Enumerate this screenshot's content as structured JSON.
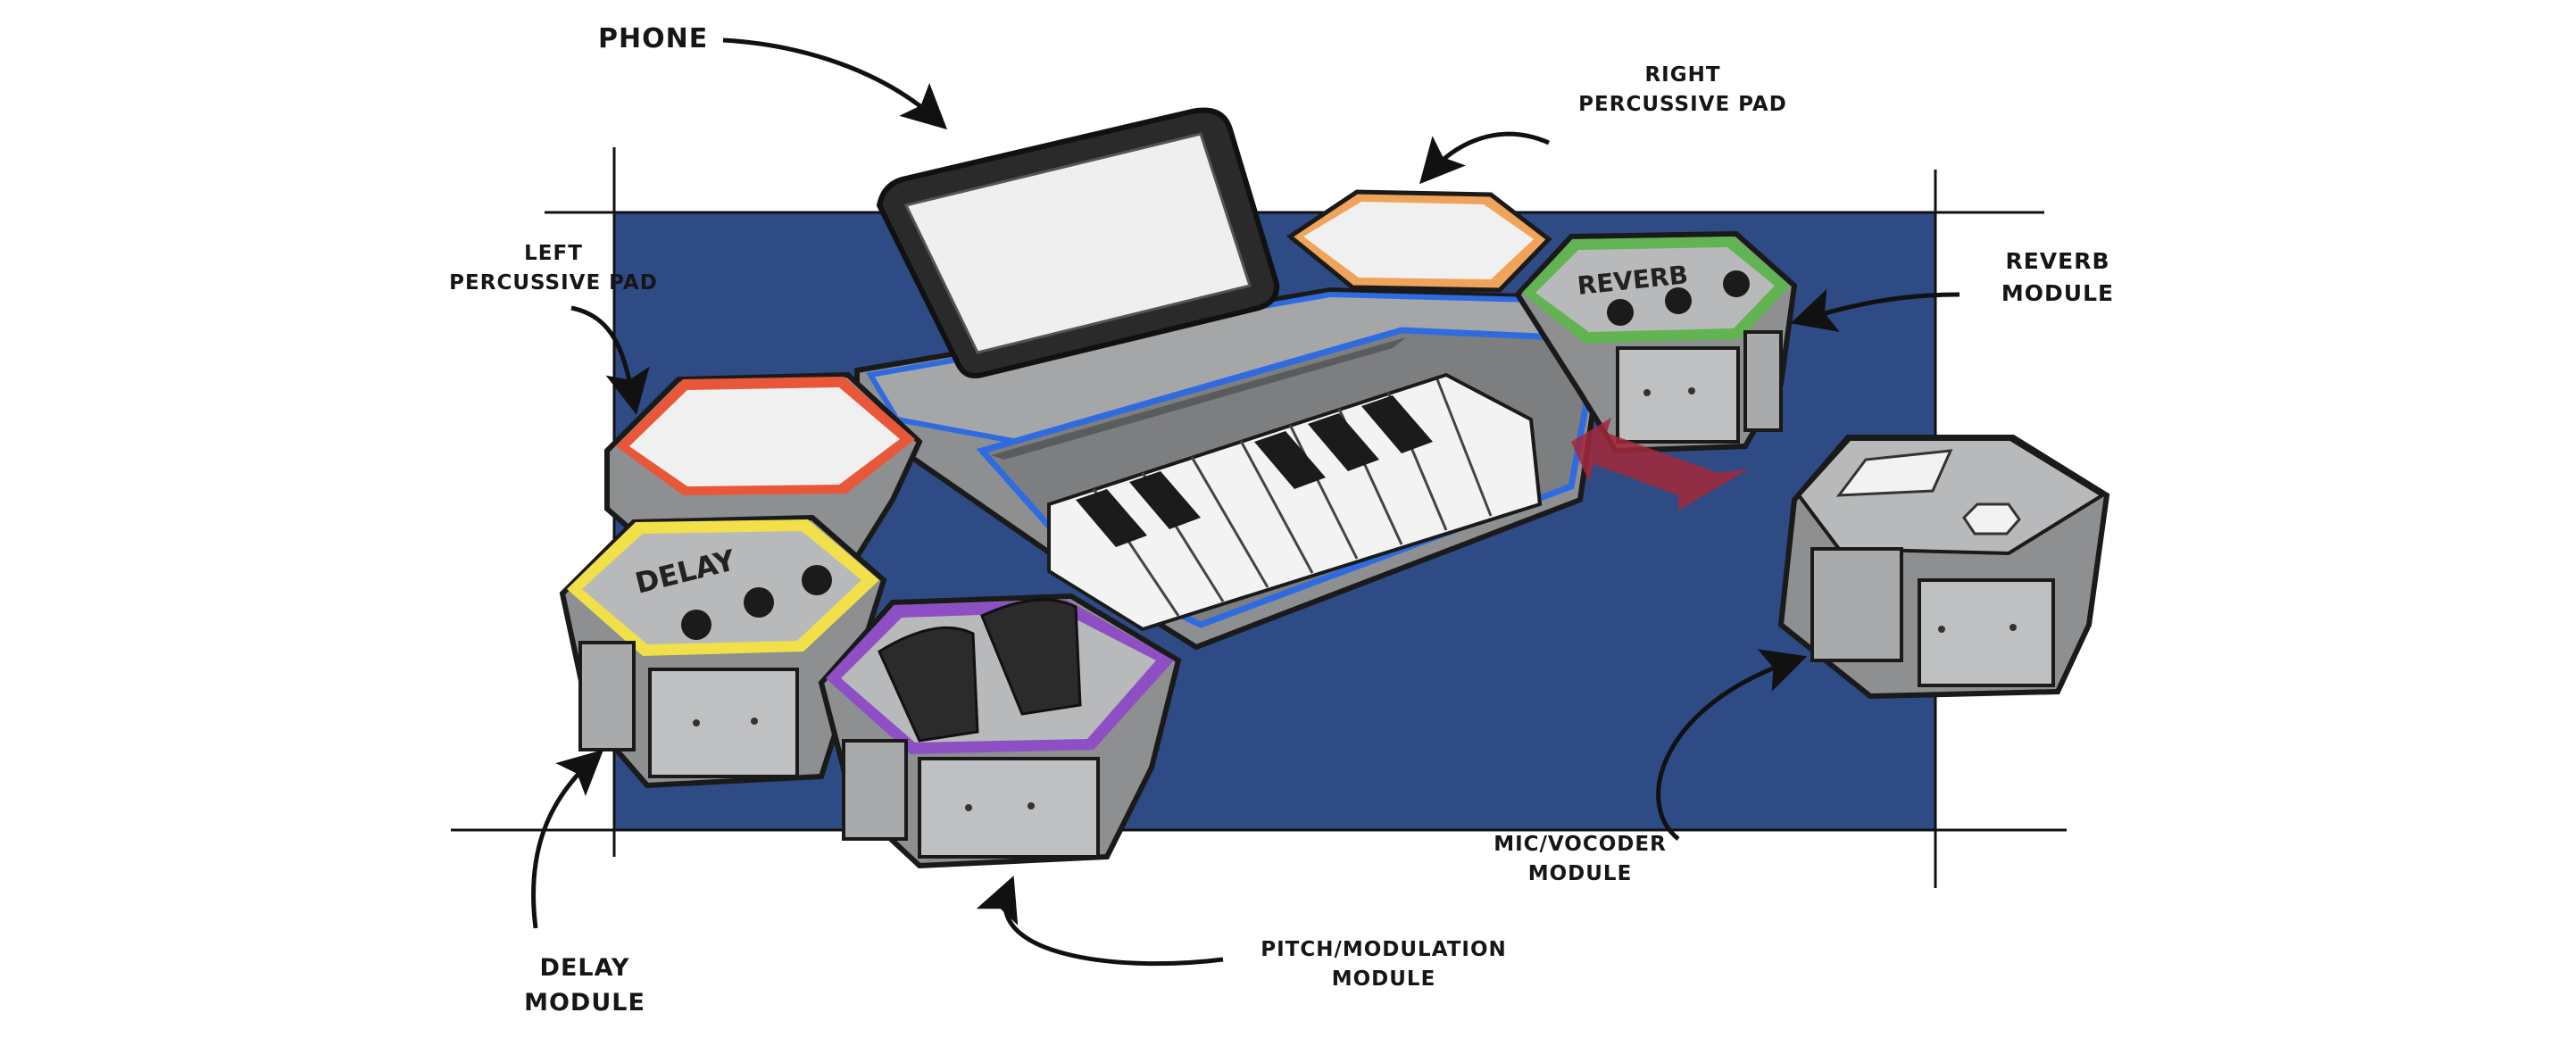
{
  "labels": {
    "phone": "Phone",
    "right_pad": [
      "Right",
      "Percussive Pad"
    ],
    "left_pad": [
      "Left",
      "Percussive Pad"
    ],
    "reverb": [
      "Reverb",
      "Module"
    ],
    "delay": [
      "Delay",
      "Module"
    ],
    "pitch": [
      "Pitch/Modulation",
      "Module"
    ],
    "mic": [
      "Mic/Vocoder",
      "Module"
    ]
  },
  "module_text": {
    "delay": "DELAY",
    "reverb": "REVERB"
  },
  "colors": {
    "background_panel": "#2f4b86",
    "body_gray": "#8e8f91",
    "outline": "#1a1a1a",
    "left_pad_ring": "#e8573a",
    "right_pad_ring": "#f0a35a",
    "delay_ring": "#f1e04a",
    "pitch_ring": "#8e4fc4",
    "reverb_ring": "#62b351",
    "keyboard_trim": "#2f6be0",
    "attach_arrow": "#a2283a"
  }
}
